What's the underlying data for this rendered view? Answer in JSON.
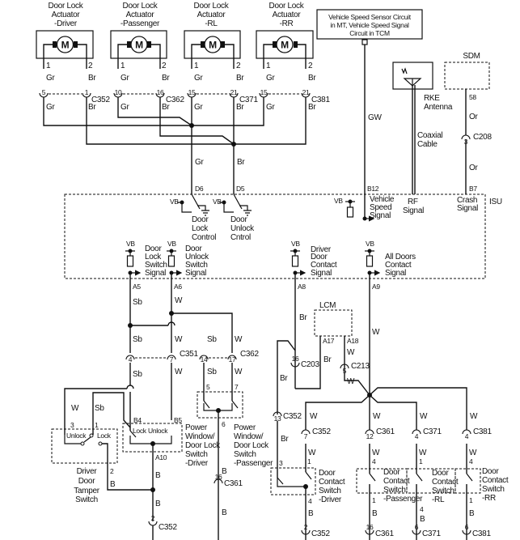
{
  "actuators": [
    {
      "title": [
        "Door Lock",
        "Actuator",
        "-Driver"
      ],
      "pins": [
        "1",
        "2"
      ],
      "conn_pins": [
        "5",
        "1"
      ],
      "connector": "C352"
    },
    {
      "title": [
        "Door Lock",
        "Actuator",
        "-Passenger"
      ],
      "pins": [
        "1",
        "2"
      ],
      "conn_pins": [
        "10",
        "16"
      ],
      "connector": "C362"
    },
    {
      "title": [
        "Door Lock",
        "Actuator",
        "-RL"
      ],
      "pins": [
        "1",
        "2"
      ],
      "conn_pins": [
        "15",
        "21"
      ],
      "connector": "C371"
    },
    {
      "title": [
        "Door Lock",
        "Actuator",
        "-RR"
      ],
      "pins": [
        "1",
        "2"
      ],
      "conn_pins": [
        "15",
        "21"
      ],
      "connector": "C381"
    }
  ],
  "motor_label": "M",
  "colors": {
    "gr": "Gr",
    "br": "Br",
    "sb": "Sb",
    "w": "W",
    "b": "B",
    "gw": "GW",
    "or": "Or"
  },
  "vss_box": [
    "Vehicle Speed Sensor Circuit",
    "in MT, Vehicle Speed Signal",
    "Circuit in TCM"
  ],
  "rke": {
    "label": [
      "RKE",
      "Antenna"
    ],
    "cable": [
      "Coaxial",
      "Cable"
    ]
  },
  "sdm": {
    "label": "SDM",
    "pin": "58",
    "conn_pin": "3",
    "connector": "C208"
  },
  "isu": {
    "label": "ISU",
    "vb": "VB",
    "pins": {
      "d6": "D6",
      "d5": "D5",
      "b12": "B12",
      "b7": "B7",
      "a5": "A5",
      "a6": "A6",
      "a8": "A8",
      "a9": "A9"
    },
    "door_lock_control": [
      "Door",
      "Lock",
      "Control"
    ],
    "door_unlock_control": [
      "Door",
      "Unlock",
      "Cntrol"
    ],
    "vehicle_speed_signal": [
      "Vehicle",
      "Speed",
      "Signal"
    ],
    "rf_signal": [
      "RF",
      "Signal"
    ],
    "crash_signal": [
      "Crash",
      "Signal"
    ],
    "door_lock_switch_signal": [
      "Door",
      "Lock",
      "Switch",
      "Signal"
    ],
    "door_unlock_switch_signal": [
      "Door",
      "Unlock",
      "Switch",
      "Signal"
    ],
    "driver_door_contact_signal": [
      "Driver",
      "Door",
      "Contact",
      "Signal"
    ],
    "all_doors_contact_signal": [
      "All Doors",
      "Contact",
      "Signal"
    ]
  },
  "c351_c362": {
    "pins": [
      "4",
      "7",
      "14",
      "17"
    ],
    "c351": "C351",
    "c362": "C362"
  },
  "lcm": {
    "label": "LCM",
    "a17": "A17",
    "a18": "A18",
    "c203_pin": "16",
    "c203": "C203",
    "c213_pin": "5",
    "c213": "C213"
  },
  "tamper": {
    "pins": [
      "3",
      "1",
      "2"
    ],
    "unlock": "Unlock",
    "lock": "Lock",
    "label": [
      "Driver",
      "Door",
      "Tamper",
      "Switch"
    ]
  },
  "pw_driver": {
    "b4": "B4",
    "b5": "B5",
    "lock": "Lock",
    "unlock": "Unlock",
    "a10": "A10",
    "label": [
      "Power",
      "Window/",
      "Door Lock",
      "Switch",
      "-Driver"
    ],
    "conn_pin": "2",
    "connector": "C352"
  },
  "pw_passenger": {
    "pins": [
      "5",
      "7",
      "6"
    ],
    "label": [
      "Power",
      "Window/",
      "Door Lock",
      "Switch",
      "-Passenger"
    ],
    "conn_pin": "16",
    "connector": "C361"
  },
  "c352_13": {
    "pin": "13",
    "connector": "C352"
  },
  "contact_switches": [
    {
      "label": [
        "Door",
        "Contact",
        "Switch",
        "-Driver"
      ],
      "top_conn_pin": "7",
      "top_conn": "C352",
      "pins": [
        "3",
        "1",
        "4"
      ],
      "bot_conn_pin": "2",
      "bot_conn": "C352"
    },
    {
      "label": [
        "Door",
        "Contact",
        "Switch",
        "-Passenger"
      ],
      "top_conn_pin": "12",
      "top_conn": "C361",
      "pins": [
        "4",
        "1"
      ],
      "bot_conn_pin": "16",
      "bot_conn": "C361"
    },
    {
      "label": [
        "Door",
        "Contact",
        "Switch",
        "-RL"
      ],
      "top_conn_pin": "4",
      "top_conn": "C371",
      "pins": [
        "1",
        "4"
      ],
      "bot_conn_pin": "6",
      "bot_conn": "C371"
    },
    {
      "label": [
        "Door",
        "Contact",
        "Switch",
        "-RR"
      ],
      "top_conn_pin": "4",
      "top_conn": "C381",
      "pins": [
        "4",
        "1"
      ],
      "bot_conn_pin": "6",
      "bot_conn": "C381"
    }
  ]
}
